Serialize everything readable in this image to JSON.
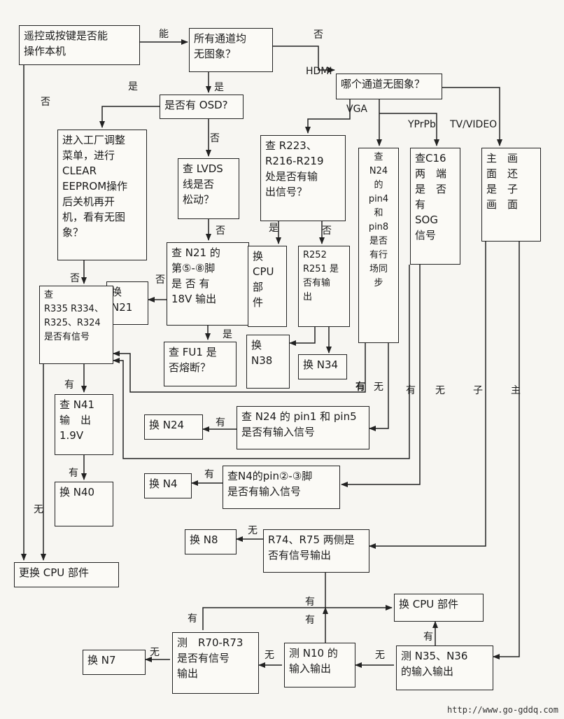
{
  "nodes": {
    "n1": "遥控或按键是否能\n操作本机",
    "n2": "所有通道均\n无图象？",
    "n3": "是否有 OSD?",
    "n4": "哪个通道无图象？",
    "n5": "进入工厂调整\n菜单，进行\nCLEAR\nEEPROM操作\n后关机再开\n机，看有无图\n象？",
    "n6": "查 LVDS\n线是否\n松动？",
    "n7": "查 R223、\nR216-R219\n处是否有输\n出信号？",
    "n8": "查\nN24\n的\npin4\n和\npin8\n是否\n有行\n场同\n步",
    "n9": "查C16\n两　端\n是　否\n有\nSOG\n信号",
    "n10": "主　画\n面　还\n是　子\n画　面",
    "n11": "查 N21 的\n第⑤-⑧脚\n是 否 有\n18V 输出",
    "n12": "换\nCPU\n部\n件",
    "n13": "R252\nR251 是\n否有输\n出",
    "n14": "换\nN21",
    "n15": "查\nR335 R334、\nR325、R324\n是否有信号",
    "n16": "查 FU1 是\n否熔断？",
    "n17": "换\nN38",
    "n18": "换 N34",
    "n19": "查 N41\n输　出\n1.9V",
    "n20": "换 N24",
    "n21": "查 N24 的 pin1 和 pin5\n是否有输入信号",
    "n22": "换 N40",
    "n23": "换 N4",
    "n24": "查N4的pin②-③脚\n是否有输入信号",
    "n25": "换 N8",
    "n26": "R74、R75 两侧是\n否有信号输出",
    "n27": "更换 CPU 部件",
    "n28": "换 CPU 部件",
    "n29": "换 N7",
    "n30": "测　R70-R73\n是否有信号\n输出",
    "n31": "测 N10 的\n输入输出",
    "n32": "测 N35、N36\n的输入输出"
  },
  "edge_labels": {
    "neng": "能",
    "fou_n2": "否",
    "fou_n1": "否",
    "shi_n2": "是",
    "shi_n3": "是",
    "fou_n3": "否",
    "hdmi": "HDMI",
    "vga": "VGA",
    "yprpb": "YPrPb",
    "tv": "TV/VIDEO",
    "fou_n6": "否",
    "shi_n7": "是",
    "fou_n7": "否",
    "fou_n11": "否",
    "fou_n5": "否",
    "shi_n11": "是",
    "you_n15": "有",
    "you_n8": "有",
    "wu_n8": "无",
    "you_n9": "有",
    "wu_n9": "无",
    "zi": "子",
    "zhu": "主",
    "you_n21": "有",
    "you_n19": "有",
    "you_n24": "有",
    "wu_left": "无",
    "wu_n26": "无",
    "you_merge": "有",
    "you_n31": "有",
    "you_n30": "有",
    "you_n32": "有",
    "wu_n30": "无",
    "wu_n31": "无",
    "wu_n32": "无"
  },
  "footer": "http://www.go-gddq.com"
}
